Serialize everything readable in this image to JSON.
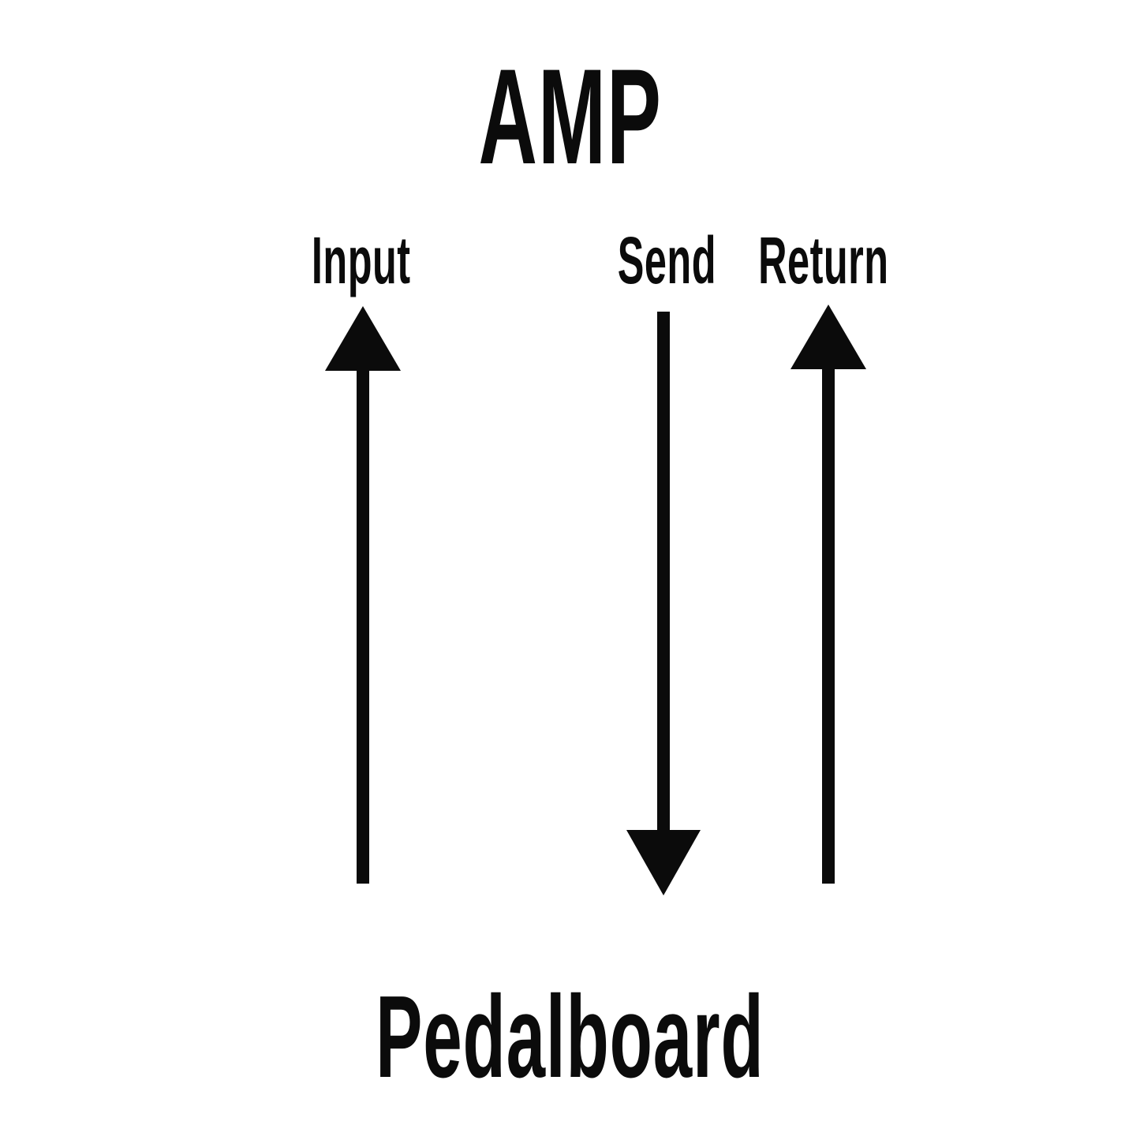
{
  "title": "AMP",
  "bottom_label": "Pedalboard",
  "connections": [
    {
      "label": "Input",
      "direction": "up"
    },
    {
      "label": "Send",
      "direction": "down"
    },
    {
      "label": "Return",
      "direction": "up"
    }
  ],
  "colors": {
    "foreground": "#0b0b0b",
    "background": "#ffffff"
  }
}
